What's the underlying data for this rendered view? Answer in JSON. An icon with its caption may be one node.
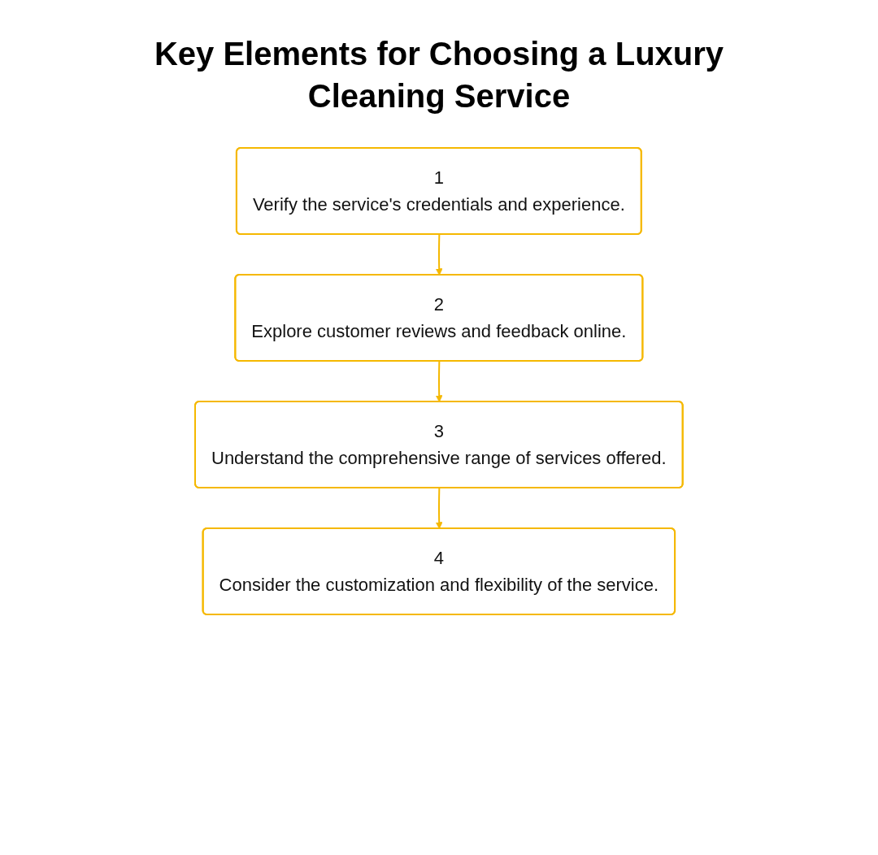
{
  "diagram": {
    "title": "Key Elements for Choosing a Luxury Cleaning Service",
    "nodes": [
      {
        "text": [
          "1",
          "Verify the service's credentials and experience."
        ]
      },
      {
        "text": [
          "2",
          "Explore customer reviews and feedback online."
        ]
      },
      {
        "text": [
          "3",
          "Understand the comprehensive range of services offered."
        ]
      },
      {
        "text": [
          "4",
          "Consider the customization and flexibility of the service."
        ]
      }
    ],
    "edges": [
      {
        "from": 0,
        "to": 1,
        "arrow": "to"
      },
      {
        "from": 1,
        "to": 2,
        "arrow": "to"
      },
      {
        "from": 2,
        "to": 3,
        "arrow": "to"
      }
    ]
  }
}
